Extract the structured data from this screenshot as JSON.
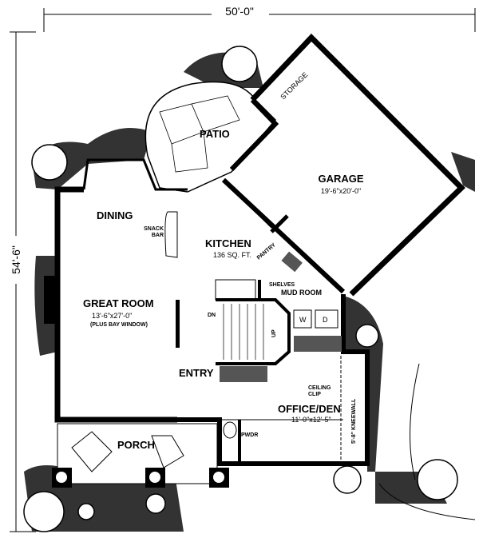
{
  "dimensions": {
    "width": "50'-0\"",
    "depth": "54'-6\""
  },
  "rooms": {
    "patio": "PATIO",
    "storage": "STORAGE",
    "garage": {
      "name": "GARAGE",
      "size": "19'-6\"x20'-0\""
    },
    "dining": "DINING",
    "snack_bar": [
      "SNACK",
      "BAR"
    ],
    "kitchen": {
      "name": "KITCHEN",
      "size": "136 SQ. FT."
    },
    "pantry": "PANTRY",
    "shelves": "SHELVES",
    "mud_room": "MUD ROOM",
    "great_room": {
      "name": "GREAT ROOM",
      "size": "13'-6\"x27'-0\"",
      "note": "(PLUS BAY WINDOW)"
    },
    "stairs_down": "DN",
    "stairs_up": "UP",
    "washer": "W",
    "dryer": "D",
    "entry": "ENTRY",
    "ceiling_clip": [
      "CEILING",
      "CLIP"
    ],
    "kneewall": "5'-8\" KNEEWALL",
    "office": {
      "name": "OFFICE/DEN",
      "size": "11'-0\"x12'-5\""
    },
    "powder": "PWDR",
    "porch": "PORCH"
  }
}
